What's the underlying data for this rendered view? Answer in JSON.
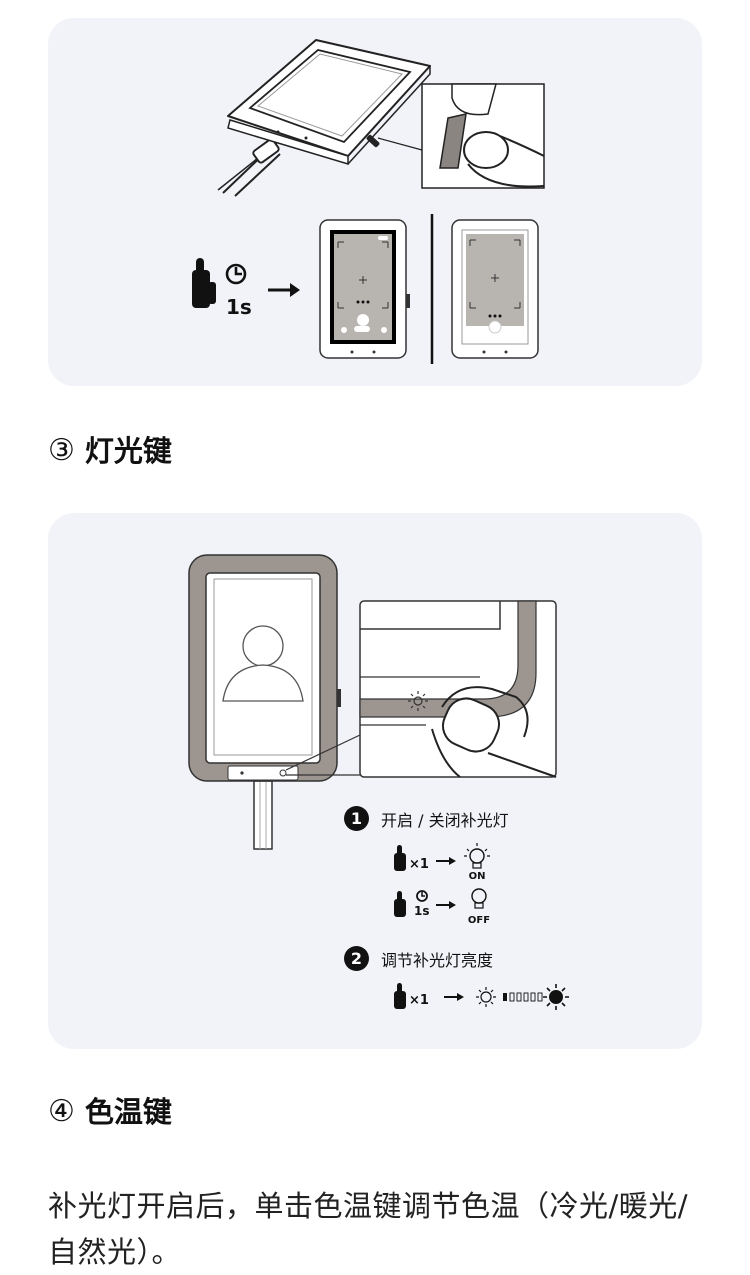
{
  "figure1": {
    "press_duration": "1s"
  },
  "section3": {
    "number": "③",
    "title": "灯光键",
    "steps": [
      {
        "badge": "1",
        "text": "开启 / 关闭补光灯",
        "press_count": "×1",
        "state_on": "ON",
        "press_duration": "1s",
        "state_off": "OFF"
      },
      {
        "badge": "2",
        "text": "调节补光灯亮度",
        "press_count": "×1"
      }
    ]
  },
  "section4": {
    "number": "④",
    "title": "色温键",
    "description": "补光灯开启后，单击色温键调节色温（冷光/暖光/自然光）。"
  },
  "icons": {
    "press": "hand-press-icon",
    "timer": "clock-icon",
    "arrow": "arrow-right-icon",
    "light": "light-bulb-icon",
    "brightness": "sun-icon"
  },
  "colors": {
    "panel_background": "#f1f3f8",
    "device_frame": "#9c9590",
    "ink": "#111111"
  }
}
